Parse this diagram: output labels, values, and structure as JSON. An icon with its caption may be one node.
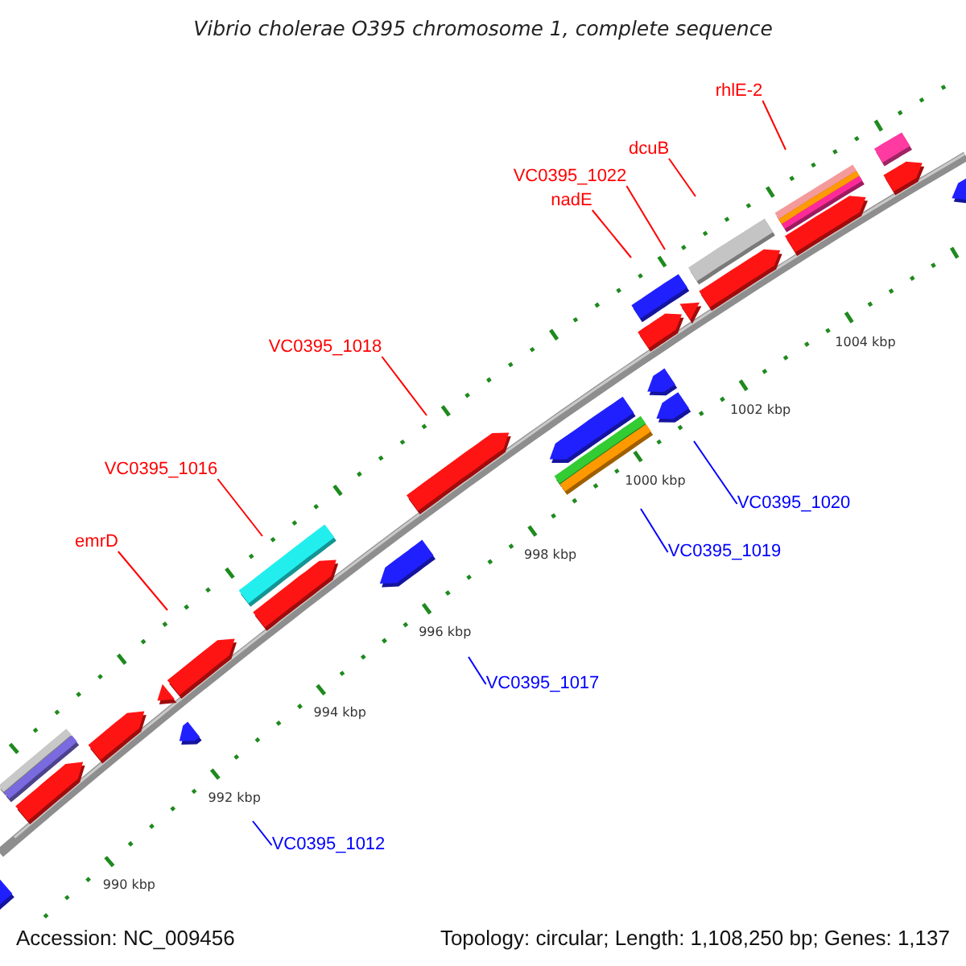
{
  "diagram": {
    "title": "Vibrio cholerae O395 chromosome 1, complete sequence",
    "nodes": [
      {
        "text": [
          "rhlE-2"
        ]
      },
      {
        "text": [
          "dcuB"
        ]
      },
      {
        "text": [
          "VC0395_1022"
        ]
      },
      {
        "text": [
          "nadE"
        ]
      },
      {
        "text": [
          "VC0395_1018"
        ]
      },
      {
        "text": [
          "VC0395_1016"
        ]
      },
      {
        "text": [
          "VC0395_1020"
        ]
      },
      {
        "text": [
          "emrD"
        ]
      },
      {
        "text": [
          "VC0395_1019"
        ]
      },
      {
        "text": [
          "VC0395_1017"
        ]
      },
      {
        "text": [
          "VC0395_1012"
        ]
      }
    ],
    "edges": [
      {
        "from": 0,
        "to": null,
        "arrow": "none"
      },
      {
        "from": 1,
        "to": null,
        "arrow": "none"
      },
      {
        "from": 2,
        "to": null,
        "arrow": "none"
      },
      {
        "from": 3,
        "to": null,
        "arrow": "none"
      },
      {
        "from": 4,
        "to": null,
        "arrow": "none"
      },
      {
        "from": 5,
        "to": null,
        "arrow": "none"
      },
      {
        "from": 6,
        "to": null,
        "arrow": "none",
        "color": "#0000ff"
      },
      {
        "from": 7,
        "to": null,
        "arrow": "none"
      },
      {
        "from": 8,
        "to": null,
        "arrow": "none",
        "color": "#0000ff"
      },
      {
        "from": 9,
        "to": null,
        "arrow": "none",
        "color": "#0000ff"
      },
      {
        "from": 10,
        "to": null,
        "arrow": "none",
        "color": "#0000ff"
      }
    ],
    "labels": [
      "1004 kbp",
      "1002 kbp",
      "1000 kbp",
      "998 kbp",
      "996 kbp",
      "994 kbp",
      "992 kbp",
      "990 kbp",
      "Accession: NC_009456",
      "Topology: circular; Length: 1,108,250 bp; Genes: 1,137"
    ]
  }
}
